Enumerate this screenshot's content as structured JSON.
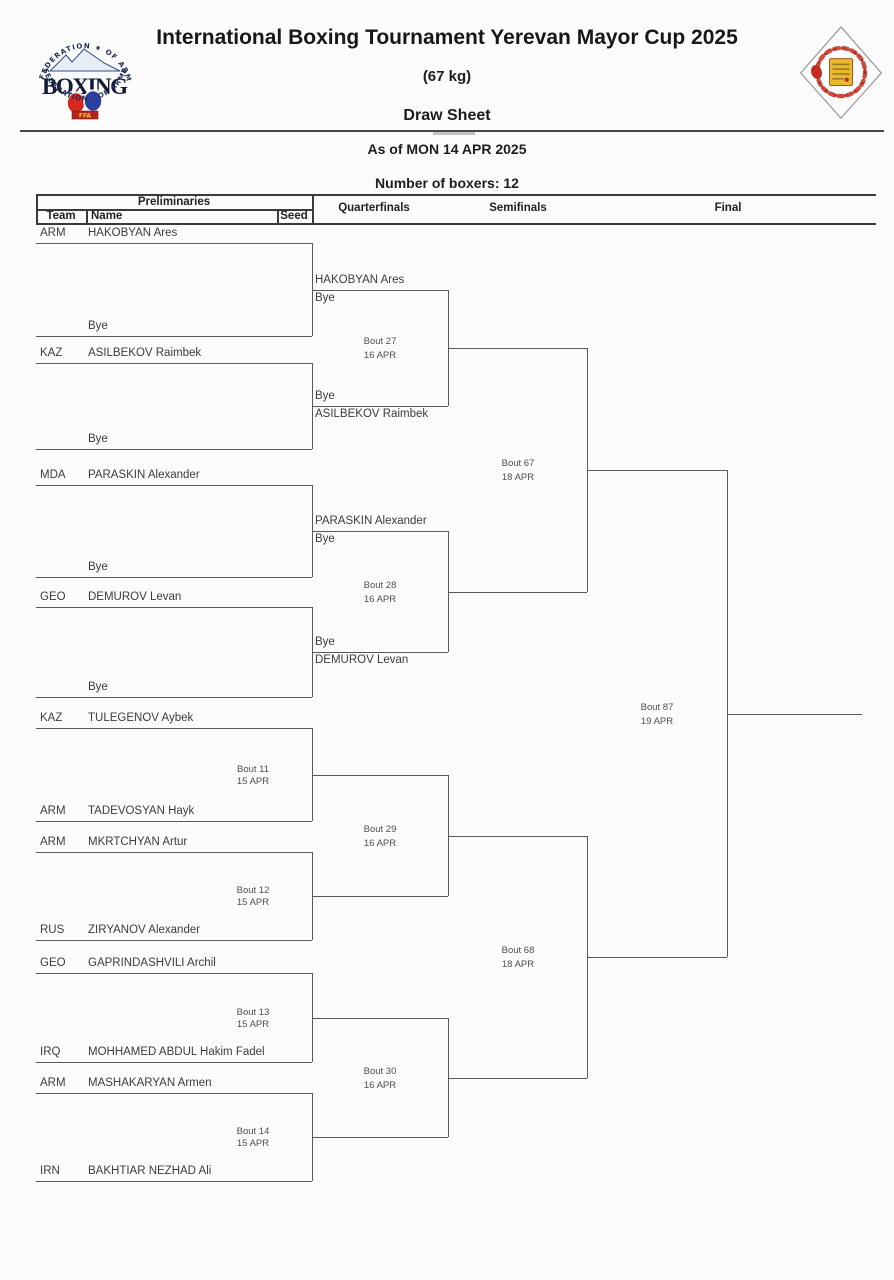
{
  "page": {
    "title": "International Boxing Tournament Yerevan Mayor Cup 2025",
    "weight_class": "(67 kg)",
    "sheet_type": "Draw Sheet",
    "as_of": "As of MON 14 APR 2025",
    "number_of_boxers": "Number of boxers: 12"
  },
  "logos": {
    "left": {
      "wordmark": "BOXING",
      "arc_top": "FEDERATION ★ OF ARMENIA",
      "arc_bottom_left": "FEDERATION",
      "arc_bottom_right": "OF ARMENIA",
      "banner": "FFA"
    },
    "right": {
      "shape": "diamond-wreath-emblem"
    }
  },
  "colors": {
    "accent_red": "#c22b1d",
    "accent_blue": "#2b3f9e",
    "accent_gold": "#e9b82c",
    "line": "#595959",
    "text": "#3c3c3c"
  },
  "table_headers": {
    "preliminaries": "Preliminaries",
    "team": "Team",
    "name": "Name",
    "seed": "Seed",
    "quarterfinals": "Quarterfinals",
    "semifinals": "Semifinals",
    "final": "Final"
  },
  "bracket": {
    "quarters": [
      {
        "pairs": [
          {
            "top": {
              "team": "ARM",
              "name": "HAKOBYAN Ares"
            },
            "bottom": {
              "team": "",
              "name": "Bye"
            },
            "bout": null,
            "advance": {
              "top": "HAKOBYAN Ares",
              "bottom": "Bye"
            }
          },
          {
            "top": {
              "team": "KAZ",
              "name": "ASILBEKOV Raimbek"
            },
            "bottom": {
              "team": "",
              "name": "Bye"
            },
            "bout": null,
            "advance": {
              "top": "Bye",
              "bottom": "ASILBEKOV Raimbek"
            }
          }
        ],
        "bout": {
          "label": "Bout 27",
          "date": "16 APR"
        }
      },
      {
        "pairs": [
          {
            "top": {
              "team": "MDA",
              "name": "PARASKIN Alexander"
            },
            "bottom": {
              "team": "",
              "name": "Bye"
            },
            "bout": null,
            "advance": {
              "top": "PARASKIN Alexander",
              "bottom": "Bye"
            }
          },
          {
            "top": {
              "team": "GEO",
              "name": "DEMUROV Levan"
            },
            "bottom": {
              "team": "",
              "name": "Bye"
            },
            "bout": null,
            "advance": {
              "top": "Bye",
              "bottom": "DEMUROV Levan"
            }
          }
        ],
        "bout": {
          "label": "Bout 28",
          "date": "16 APR"
        }
      },
      {
        "pairs": [
          {
            "top": {
              "team": "KAZ",
              "name": "TULEGENOV Aybek"
            },
            "bottom": {
              "team": "ARM",
              "name": "TADEVOSYAN Hayk"
            },
            "bout": {
              "label": "Bout 11",
              "date": "15 APR"
            },
            "advance": null
          },
          {
            "top": {
              "team": "ARM",
              "name": "MKRTCHYAN Artur"
            },
            "bottom": {
              "team": "RUS",
              "name": "ZIRYANOV Alexander"
            },
            "bout": {
              "label": "Bout 12",
              "date": "15 APR"
            },
            "advance": null
          }
        ],
        "bout": {
          "label": "Bout 29",
          "date": "16 APR"
        }
      },
      {
        "pairs": [
          {
            "top": {
              "team": "GEO",
              "name": "GAPRINDASHVILI Archil"
            },
            "bottom": {
              "team": "IRQ",
              "name": "MOHHAMED ABDUL Hakim Fadel"
            },
            "bout": {
              "label": "Bout 13",
              "date": "15 APR"
            },
            "advance": null
          },
          {
            "top": {
              "team": "ARM",
              "name": "MASHAKARYAN Armen"
            },
            "bottom": {
              "team": "IRN",
              "name": "BAKHTIAR NEZHAD Ali"
            },
            "bout": {
              "label": "Bout 14",
              "date": "15 APR"
            },
            "advance": null
          }
        ],
        "bout": {
          "label": "Bout 30",
          "date": "16 APR"
        }
      }
    ],
    "semifinals": [
      {
        "label": "Bout 67",
        "date": "18 APR"
      },
      {
        "label": "Bout 68",
        "date": "18 APR"
      }
    ],
    "final": {
      "label": "Bout 87",
      "date": "19 APR"
    }
  }
}
